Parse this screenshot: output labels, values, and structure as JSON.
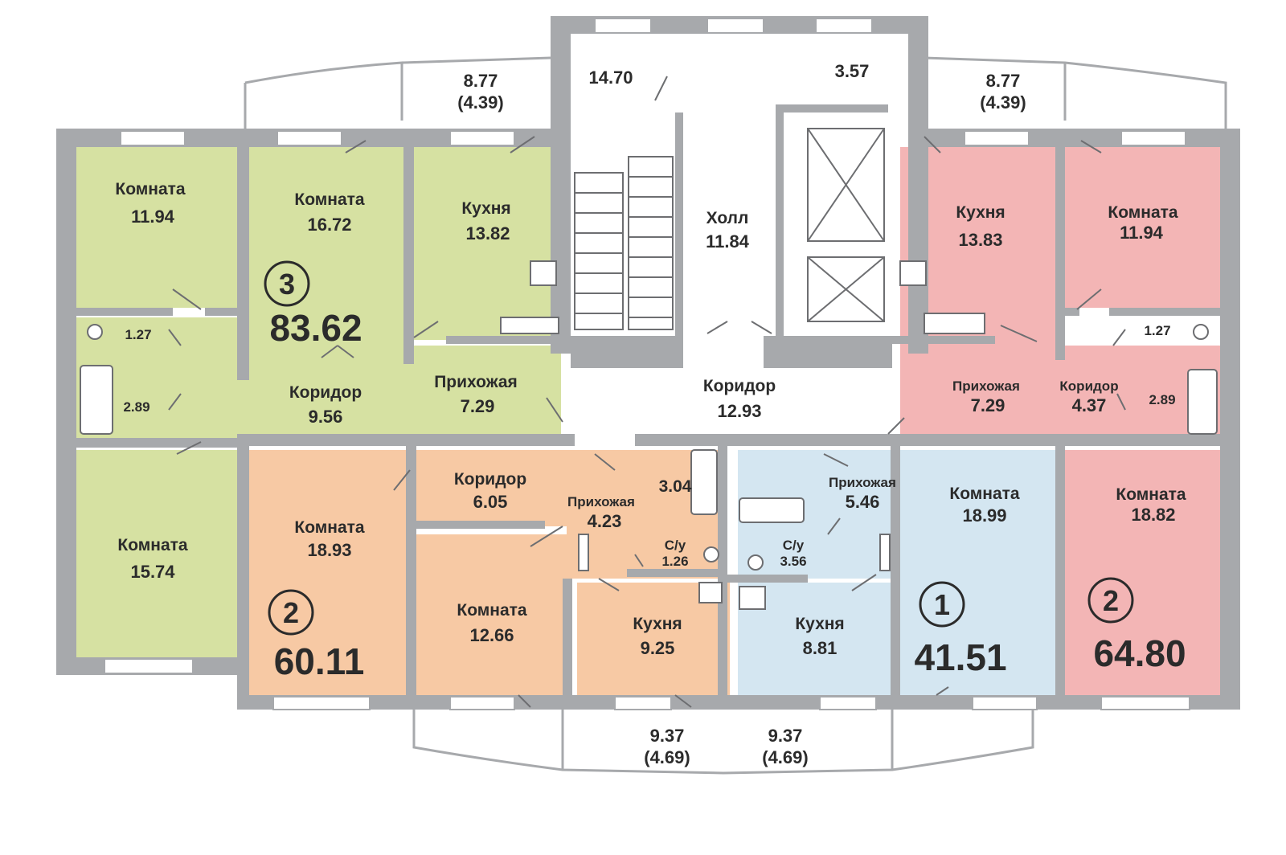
{
  "colors": {
    "apt3": "#d6e1a2",
    "apt2_left": "#f7c9a4",
    "apt1": "#d4e6f1",
    "apt2_right": "#f3b5b5",
    "wall": "#a7a9ac",
    "text": "#2b2b2b"
  },
  "balconies": {
    "top_left": {
      "area": "8.77",
      "reduced": "(4.39)"
    },
    "top_right": {
      "area": "8.77",
      "reduced": "(4.39)"
    },
    "bottom_left": {
      "area": "9.37",
      "reduced": "(4.69)"
    },
    "bottom_right": {
      "area": "9.37",
      "reduced": "(4.69)"
    }
  },
  "common": {
    "stair_area": "14.70",
    "small_room_area": "3.57",
    "hall": {
      "name": "Холл",
      "area": "11.84"
    },
    "corridor": {
      "name": "Коридор",
      "area": "12.93"
    }
  },
  "apartment_3": {
    "rooms_count": "3",
    "total_area": "83.62",
    "rooms": {
      "room_a": {
        "name": "Комната",
        "area": "11.94"
      },
      "room_b": {
        "name": "Комната",
        "area": "16.72"
      },
      "kitchen": {
        "name": "Кухня",
        "area": "13.82"
      },
      "wc": {
        "area": "1.27"
      },
      "bath": {
        "area": "2.89"
      },
      "corridor": {
        "name": "Коридор",
        "area": "9.56"
      },
      "hallway": {
        "name": "Прихожая",
        "area": "7.29"
      },
      "room_c": {
        "name": "Комната",
        "area": "15.74"
      }
    }
  },
  "apartment_2_left": {
    "rooms_count": "2",
    "total_area": "60.11",
    "rooms": {
      "room_a": {
        "name": "Комната",
        "area": "18.93"
      },
      "corridor": {
        "name": "Коридор",
        "area": "6.05"
      },
      "room_b": {
        "name": "Комната",
        "area": "12.66"
      },
      "hallway": {
        "name": "Прихожая",
        "area": "4.23"
      },
      "bath": {
        "area": "3.04"
      },
      "wc": {
        "name": "С/у",
        "area": "1.26"
      },
      "kitchen": {
        "name": "Кухня",
        "area": "9.25"
      }
    }
  },
  "apartment_1": {
    "rooms_count": "1",
    "total_area": "41.51",
    "rooms": {
      "hallway": {
        "name": "Прихожая",
        "area": "5.46"
      },
      "bath": {
        "name": "С/у",
        "area": "3.56"
      },
      "kitchen": {
        "name": "Кухня",
        "area": "8.81"
      },
      "room": {
        "name": "Комната",
        "area": "18.99"
      }
    }
  },
  "apartment_2_right": {
    "rooms_count": "2",
    "total_area": "64.80",
    "rooms": {
      "kitchen": {
        "name": "Кухня",
        "area": "13.83"
      },
      "room_a": {
        "name": "Комната",
        "area": "11.94"
      },
      "wc": {
        "area": "1.27"
      },
      "bath": {
        "area": "2.89"
      },
      "hallway": {
        "name": "Прихожая",
        "area": "7.29"
      },
      "corridor": {
        "name": "Коридор",
        "area": "4.37"
      },
      "room_b": {
        "name": "Комната",
        "area": "18.82"
      }
    }
  }
}
